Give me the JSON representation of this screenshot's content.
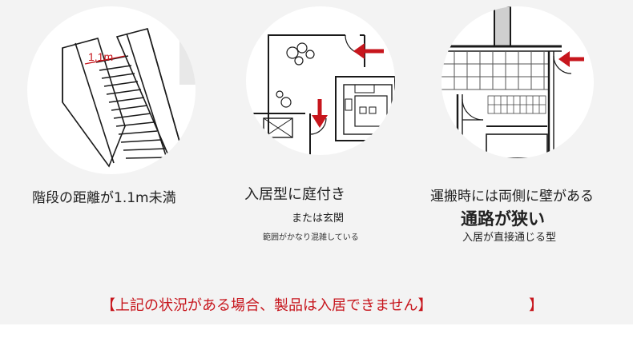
{
  "stairs": {
    "measurement": "1.1m",
    "caption": "階段の距離が1.1m未満"
  },
  "entrance": {
    "title": "入居型に庭付き",
    "subtitle": "または玄関",
    "note": "範囲がかなり混雑している"
  },
  "corridor": {
    "line1": "運搬時には両側に壁がある",
    "line2": "通路が狭い",
    "line3": "入居が直接通じる型"
  },
  "notice": {
    "text": "【上記の状況がある場合、製品は入居できません】",
    "trailing_bracket": "】"
  },
  "colors": {
    "accent": "#c7161d",
    "panel": "#f3f3f3",
    "line": "#1a1a1a"
  }
}
